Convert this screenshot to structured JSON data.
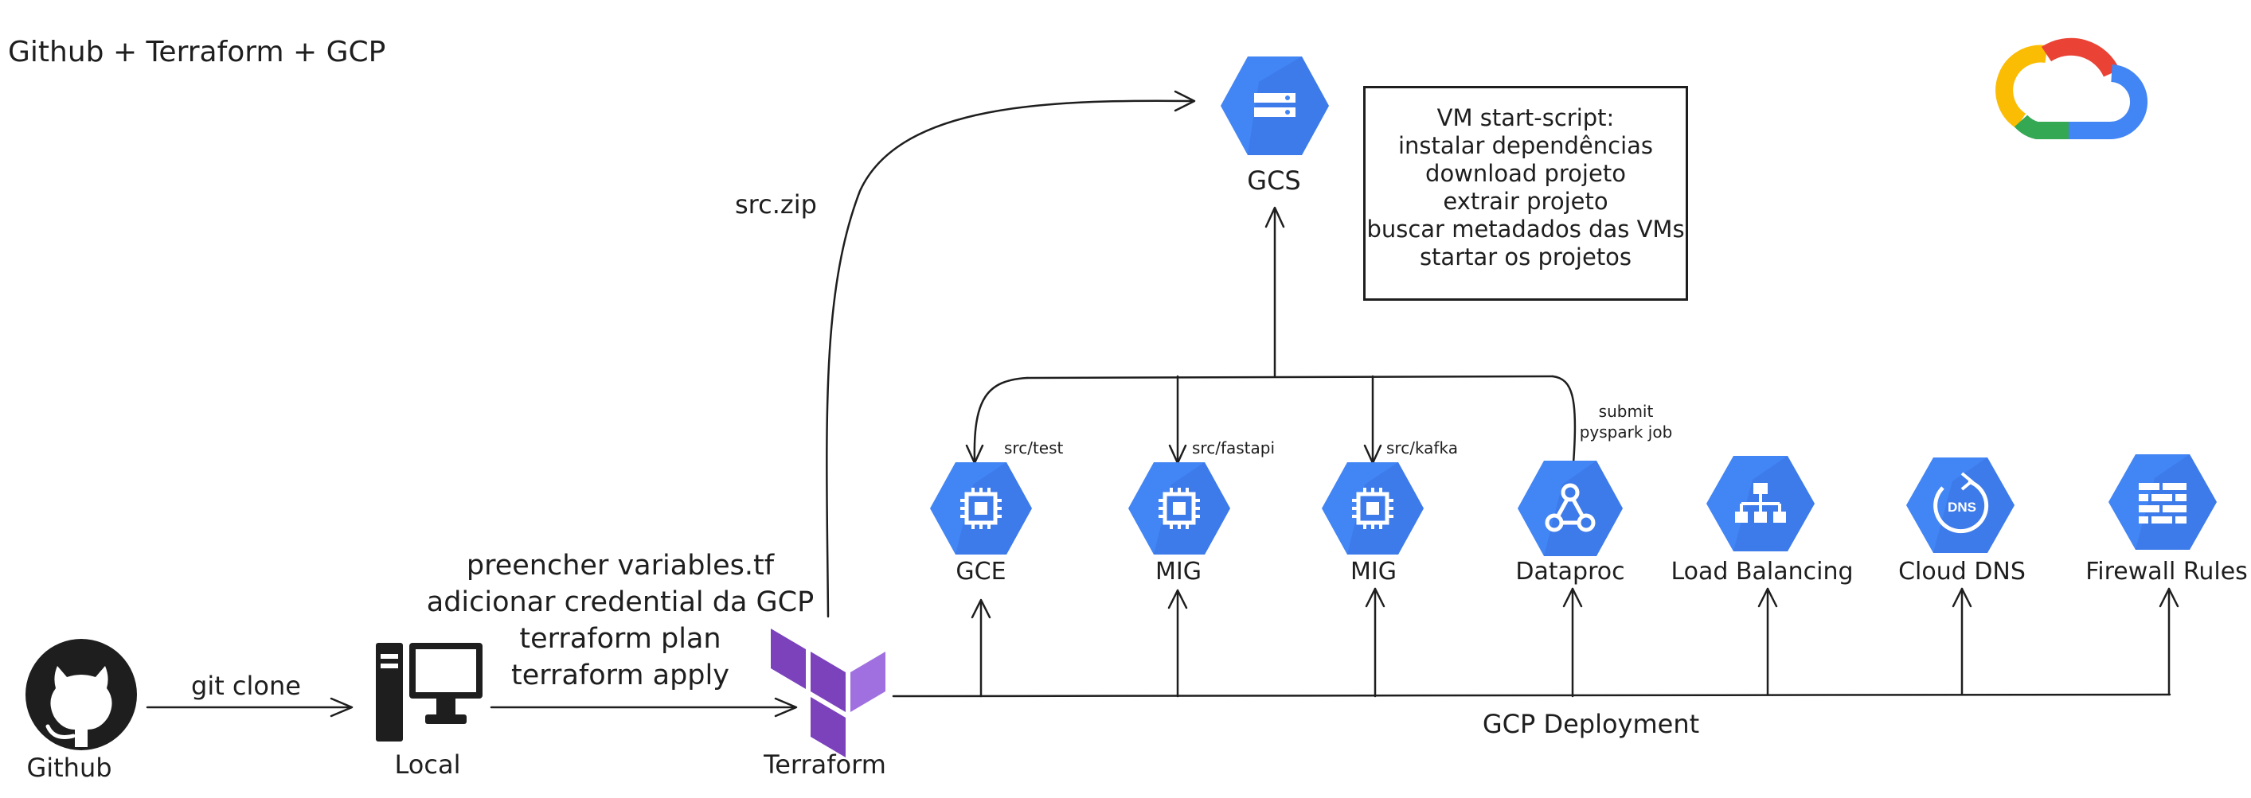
{
  "title": "Github + Terraform + GCP",
  "nodes": {
    "github": "Github",
    "local": "Local",
    "terraform": "Terraform",
    "gcs": "GCS",
    "gce": "GCE",
    "mig1": "MIG",
    "mig2": "MIG",
    "dataproc": "Dataproc",
    "load_balancing": "Load Balancing",
    "cloud_dns": "Cloud DNS",
    "firewall": "Firewall Rules"
  },
  "edges": {
    "git_clone": "git clone",
    "src_zip": "src.zip",
    "terraform_steps": [
      "preencher variables.tf",
      "adicionar credential da GCP",
      "terraform plan",
      "terraform apply"
    ],
    "src_test": "src/test",
    "src_fastapi": "src/fastapi",
    "src_kafka": "src/kafka",
    "submit_job": [
      "submit",
      "pyspark job"
    ],
    "gcp_deployment": "GCP Deployment"
  },
  "note": {
    "lines": [
      "VM start-script:",
      "instalar dependências",
      "download projeto",
      "extrair projeto",
      "buscar metadados das VMs",
      "startar os projetos"
    ]
  },
  "icon_labels": {
    "dns": "DNS"
  },
  "colors": {
    "gcp_blue": "#4285f4",
    "gcp_blue_dark": "#3367d6",
    "terraform_purple": "#7b42bc",
    "terraform_light": "#a070e0",
    "google_red": "#ea4335",
    "google_yellow": "#fbbc04",
    "google_green": "#34a853",
    "ink": "#1e1e1e"
  }
}
